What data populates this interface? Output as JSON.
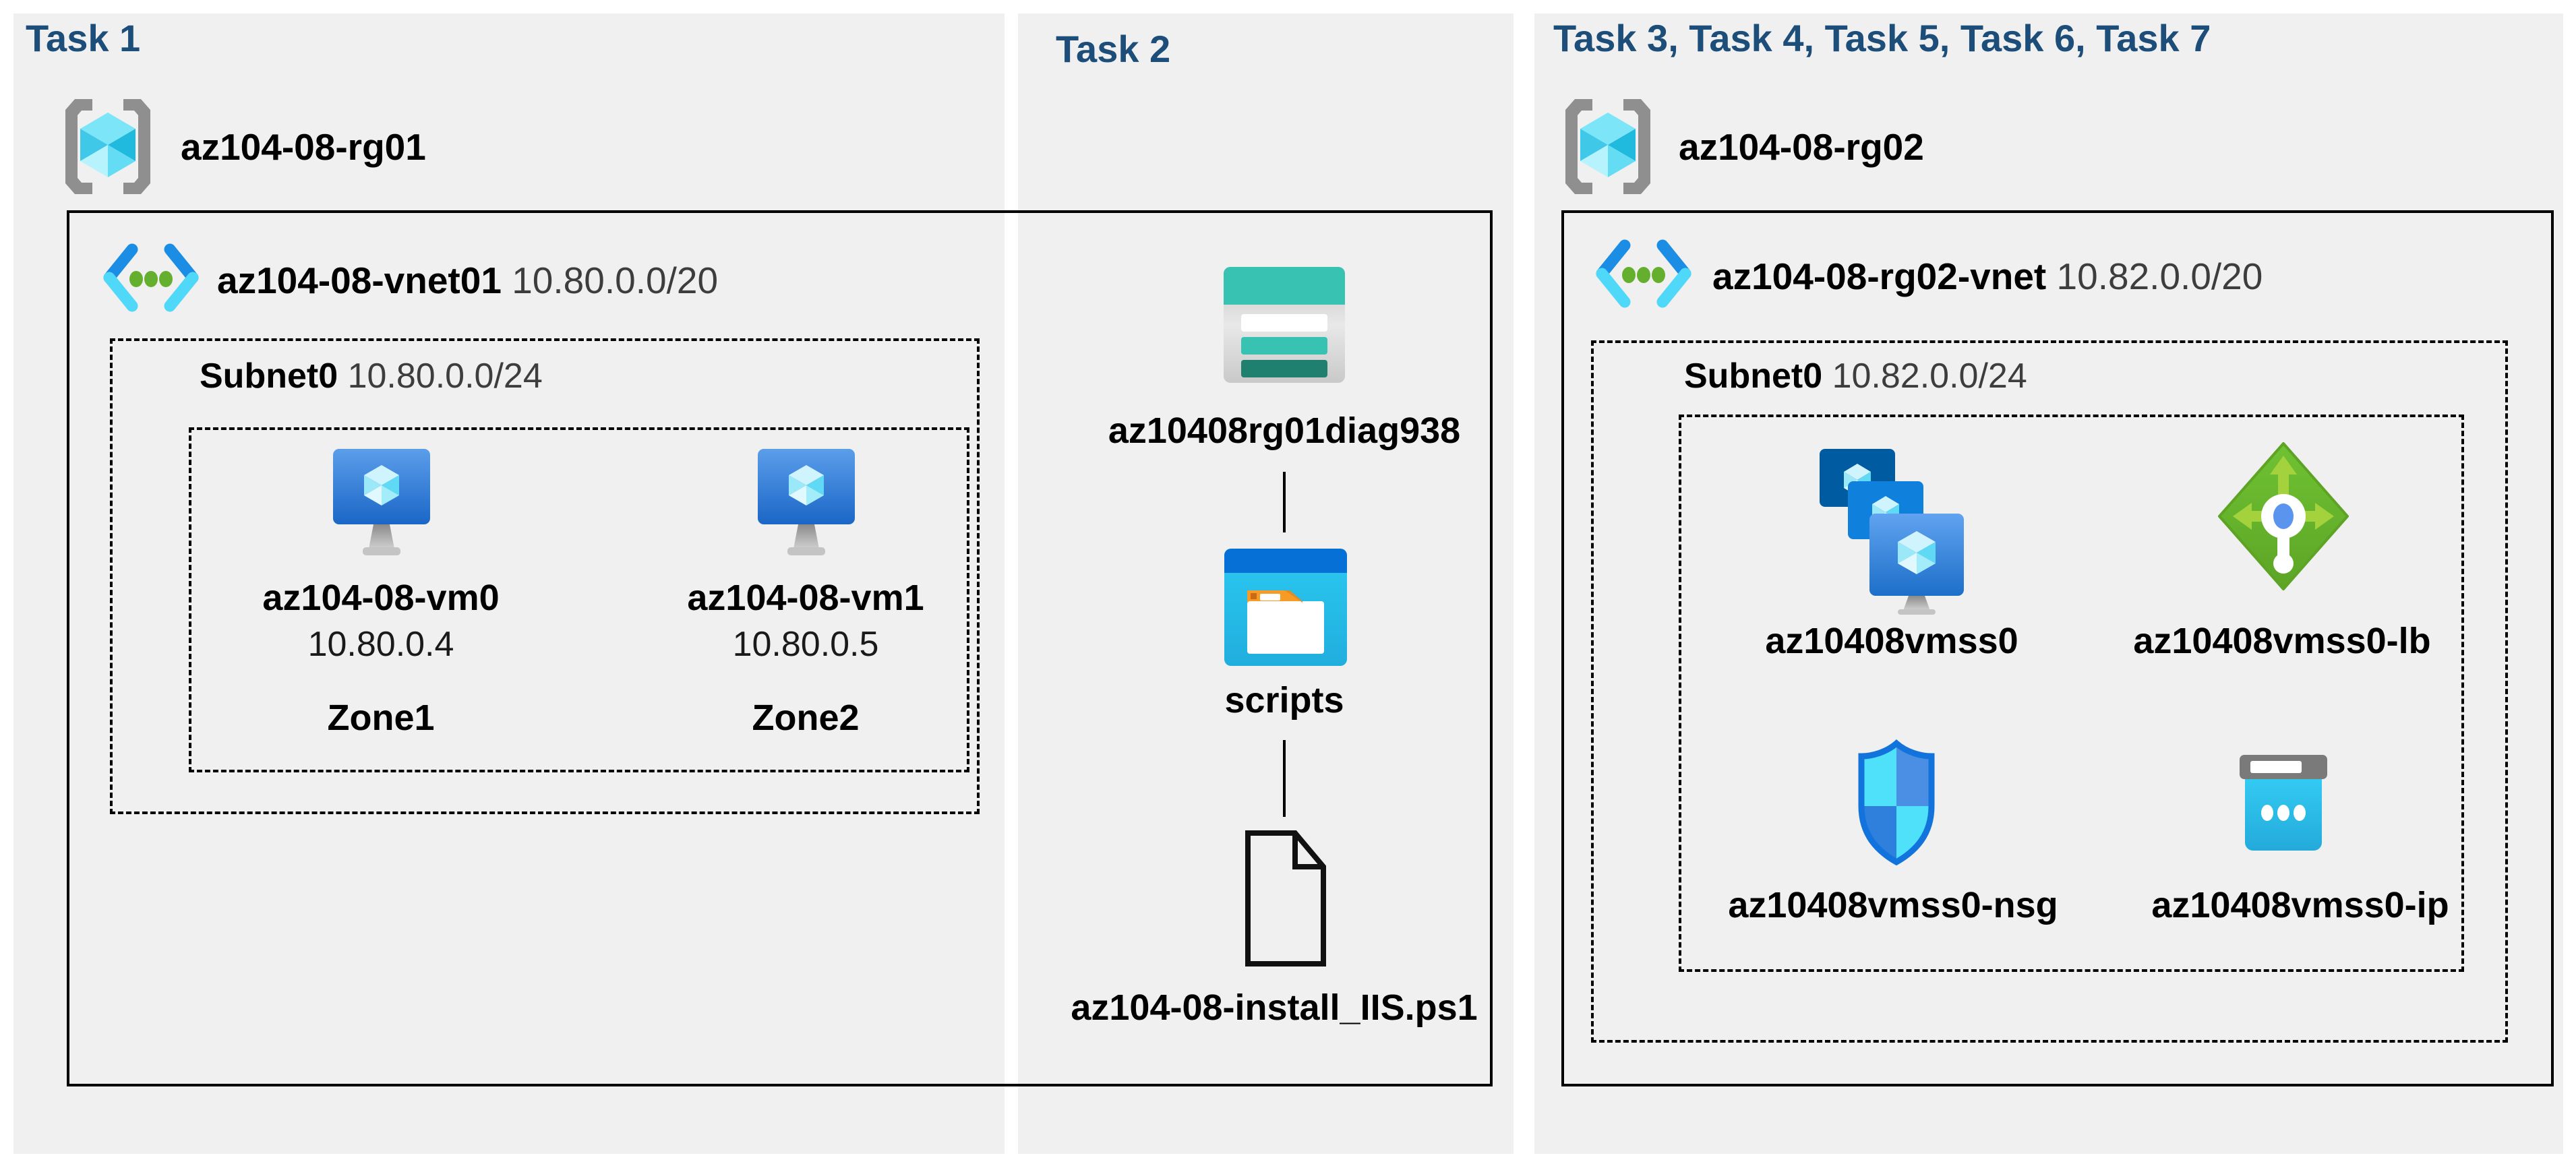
{
  "colors": {
    "page_bg": "#ffffff",
    "panel_bg": "#f0f0f0",
    "title_navy": "#1c4e79",
    "box_border": "#000000",
    "storage_teal": "#37c2b1",
    "storage_dark_teal": "#20806f",
    "folder_blue": "#0670d7",
    "folder_cyan": "#29c9f2",
    "folder_orange": "#f79b27",
    "vm_blue_top": "#5b9eea",
    "vm_blue_bottom": "#1b66c6",
    "vnet_blue": "#1b8de4",
    "vnet_cyan": "#4fd8f7",
    "vnet_green": "#64af2d",
    "lb_green": "#69bd30",
    "lb_arrow_green": "#a3d23c",
    "nsg_rim_blue": "#1173db",
    "nsg_cyan": "#4fe0fa",
    "nsg_blue": "#3f89e0",
    "ip_cyan": "#2ec7f0",
    "ip_gray": "#7a7a7a",
    "rg_gray": "#8f8f8f",
    "cube_cyan": "#50d8f2"
  },
  "panels": {
    "task1": {
      "title": "Task 1",
      "resource_group": {
        "name": "az104-08-rg01",
        "icon": "resource-group-icon"
      },
      "vnet": {
        "name": "az104-08-vnet01",
        "cidr": "10.80.0.0/20",
        "icon": "virtual-network-icon"
      },
      "subnet": {
        "name": "Subnet0",
        "cidr": "10.80.0.0/24"
      },
      "vms": [
        {
          "name": "az104-08-vm0",
          "ip": "10.80.0.4",
          "zone": "Zone1",
          "icon": "virtual-machine-icon"
        },
        {
          "name": "az104-08-vm1",
          "ip": "10.80.0.5",
          "zone": "Zone2",
          "icon": "virtual-machine-icon"
        }
      ]
    },
    "task2": {
      "title": "Task 2",
      "storage_account": {
        "name": "az10408rg01diag938",
        "icon": "storage-account-icon"
      },
      "container": {
        "name": "scripts",
        "icon": "blob-container-icon"
      },
      "file": {
        "name": "az104-08-install_IIS.ps1",
        "icon": "file-icon"
      }
    },
    "task3": {
      "title": "Task 3, Task 4, Task 5, Task 6, Task 7",
      "resource_group": {
        "name": "az104-08-rg02",
        "icon": "resource-group-icon"
      },
      "vnet": {
        "name": "az104-08-rg02-vnet",
        "cidr": "10.82.0.0/20",
        "icon": "virtual-network-icon"
      },
      "subnet": {
        "name": "Subnet0",
        "cidr": "10.82.0.0/24"
      },
      "resources": [
        {
          "name": "az10408vmss0",
          "type": "vm-scale-set",
          "icon": "vm-scale-set-icon"
        },
        {
          "name": "az10408vmss0-lb",
          "type": "load-balancer",
          "icon": "load-balancer-icon"
        },
        {
          "name": "az10408vmss0-nsg",
          "type": "network-security-group",
          "icon": "nsg-shield-icon"
        },
        {
          "name": "az10408vmss0-ip",
          "type": "public-ip-address",
          "icon": "public-ip-icon"
        }
      ]
    }
  }
}
